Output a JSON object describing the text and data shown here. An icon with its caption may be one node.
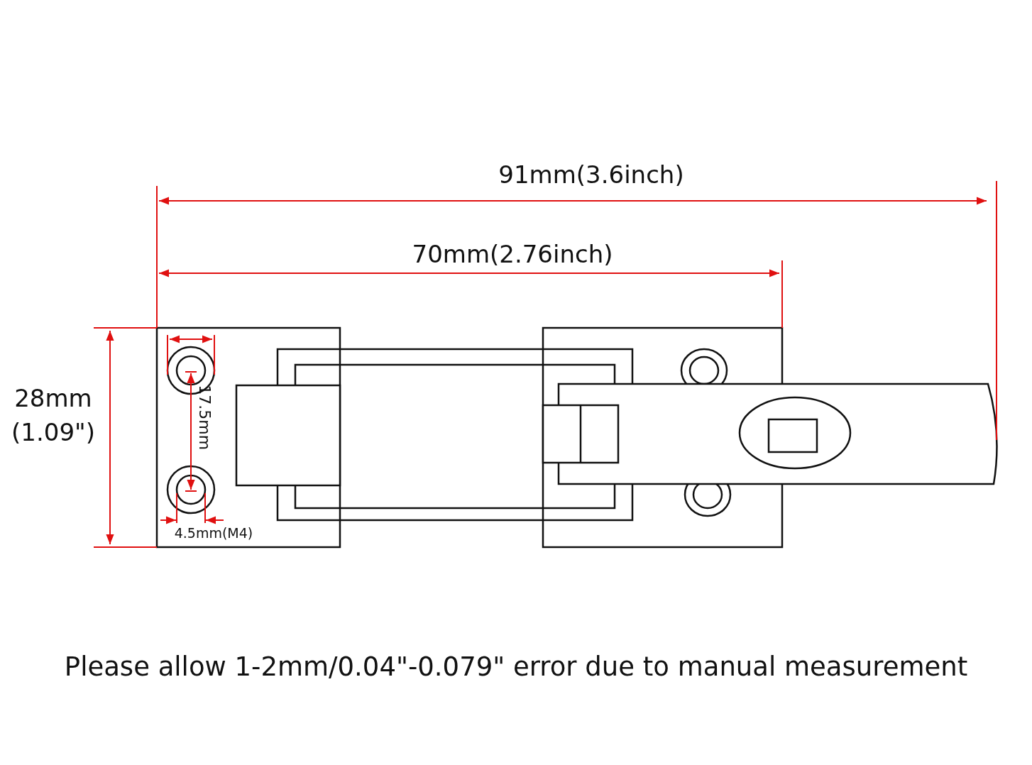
{
  "diagram": {
    "caption": "Please allow 1-2mm/0.04\"-0.079\" error due to manual measurement",
    "labels": [
      "91mm(3.6inch)",
      "70mm(2.76inch)",
      "28mm (1.09\")",
      "17.5mm",
      "4.5mm(M4)"
    ]
  }
}
